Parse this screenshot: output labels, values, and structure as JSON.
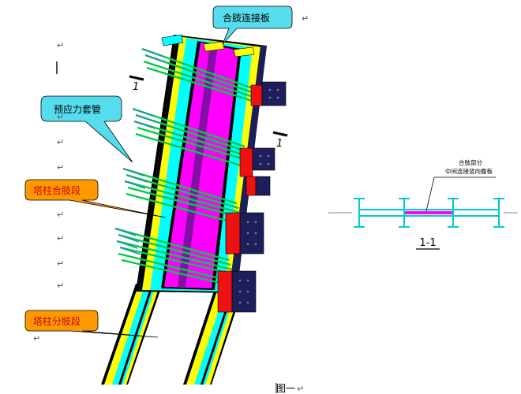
{
  "callouts": {
    "connection_plate": "合肢连接板",
    "prestress_duct": "预应力套管",
    "merged_segment": "塔柱合肢段",
    "split_segment": "塔柱分肢段"
  },
  "section": {
    "cut_mark": "1",
    "title": "1-1",
    "note_line1": "合肢部分",
    "note_line2": "中间连接竖向腹板"
  },
  "figure_caption": "图一",
  "paragraph_mark": "↵",
  "colors": {
    "cyan": "#00ffff",
    "magenta": "#ff00ff",
    "yellow": "#ffff00",
    "green": "#00cc44",
    "red": "#ee1111",
    "navy": "#1e1e5a",
    "callout_blue": "#55ddee",
    "callout_orange": "#ff9900"
  }
}
